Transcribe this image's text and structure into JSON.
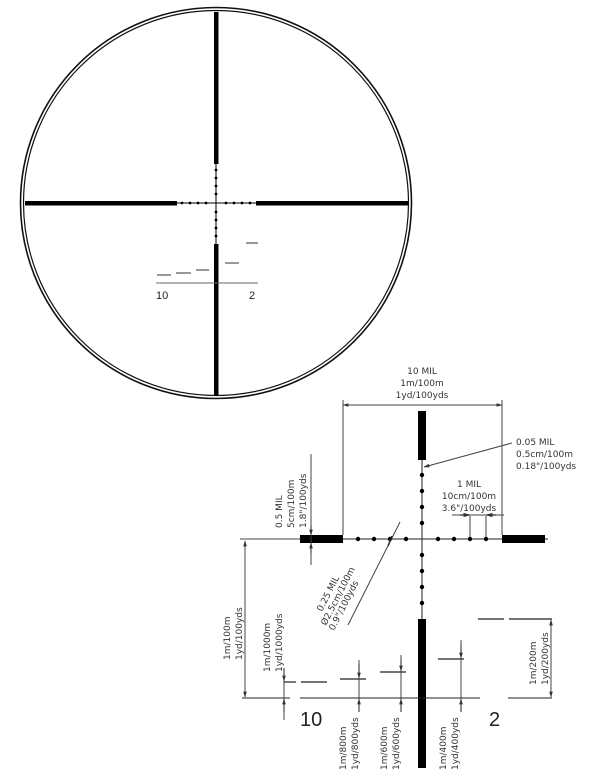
{
  "overview": {
    "range_left_label": "10",
    "range_right_label": "2"
  },
  "detail": {
    "span_10mil": {
      "line1": "10 MIL",
      "line2": "1m/100m",
      "line3": "1yd/100yds"
    },
    "dot_size": {
      "line1": "0.05 MIL",
      "line2": "0.5cm/100m",
      "line3": "0.18\"/100yds"
    },
    "dot_spacing": {
      "line1": "1 MIL",
      "line2": "10cm/100m",
      "line3": "3.6\"/100yds"
    },
    "post_thickness": {
      "line1": "0.5 MIL",
      "line2": "5cm/100m",
      "line3": "1.8\"/100yds"
    },
    "dot_diameter": {
      "line1": "0.25 MIL",
      "line2": "Ø2.5cm/100m",
      "line3": "0.9\"/100yds"
    },
    "drop_100": {
      "line1": "1m/100m",
      "line2": "1yd/100yds"
    },
    "drop_1000": {
      "line1": "1m/1000m",
      "line2": "1yd/1000yds"
    },
    "drop_800": {
      "line1": "1m/800m",
      "line2": "1yd/800yds"
    },
    "drop_600": {
      "line1": "1m/600m",
      "line2": "1yd/600yds"
    },
    "drop_400": {
      "line1": "1m/400m",
      "line2": "1yd/400yds"
    },
    "drop_200": {
      "line1": "1m/200m",
      "line2": "1yd/200yds"
    },
    "range_left_label": "10",
    "range_right_label": "2"
  },
  "colors": {
    "ink": "#000000",
    "dimension_line": "#444444",
    "background": "#ffffff"
  }
}
